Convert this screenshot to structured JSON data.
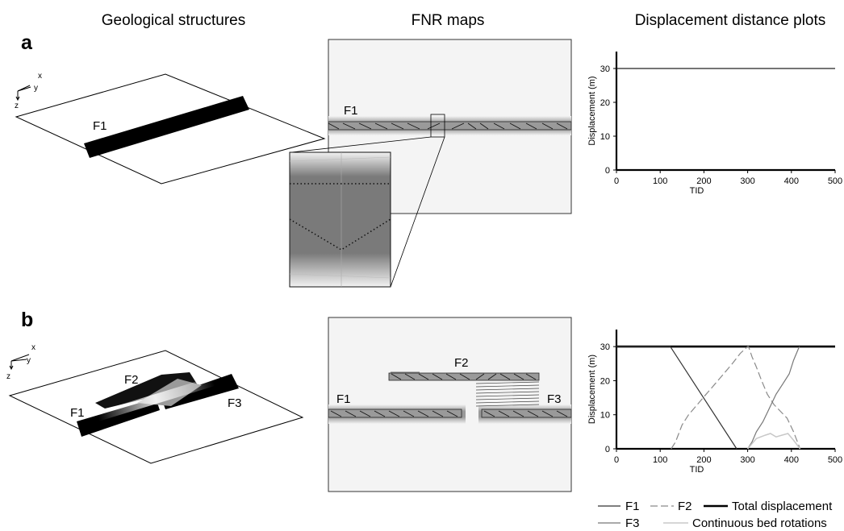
{
  "columns": {
    "geological": "Geological structures",
    "fnr": "FNR maps",
    "displacement": "Displacement distance plots"
  },
  "panels": {
    "a": {
      "letter": "a",
      "block_faults": [
        "F1"
      ],
      "map_faults": [
        "F1"
      ]
    },
    "b": {
      "letter": "b",
      "block_faults": [
        "F2",
        "F1",
        "F3"
      ],
      "map_faults": [
        "F2",
        "F1",
        "F3"
      ]
    }
  },
  "axes_icon": {
    "x": "x",
    "y": "y",
    "z": "z"
  },
  "colors": {
    "bold_fault": "#000000",
    "hatch_band": "#8f8f8f",
    "map_bg": "#f4f4f4",
    "f1": "#333333",
    "f2": "#8a8a8a",
    "f3": "#777777",
    "bed": "#c8c8c8",
    "total": "#000000"
  },
  "legend": {
    "f1": "F1",
    "f2": "F2",
    "total": "Total displacement",
    "f3": "F3",
    "bed": "Continuous bed rotations"
  },
  "chart_data": [
    {
      "type": "line",
      "panel": "a",
      "xlabel": "TID",
      "ylabel": "Displacement (m)",
      "xlim": [
        0,
        500
      ],
      "ylim": [
        0,
        35
      ],
      "xticks": [
        "0",
        "100",
        "200",
        "300",
        "400",
        "500"
      ],
      "yticks": [
        "0",
        "10",
        "20",
        "30"
      ],
      "series": [
        {
          "name": "F1",
          "style": "solid-thin",
          "x": [
            0,
            500
          ],
          "y": [
            30,
            30
          ]
        }
      ]
    },
    {
      "type": "line",
      "panel": "b",
      "xlabel": "TID",
      "ylabel": "Displacement (m)",
      "xlim": [
        0,
        500
      ],
      "ylim": [
        0,
        35
      ],
      "xticks": [
        "0",
        "100",
        "200",
        "300",
        "400",
        "500"
      ],
      "yticks": [
        "0",
        "10",
        "20",
        "30"
      ],
      "series": [
        {
          "name": "Total displacement",
          "style": "total",
          "x": [
            0,
            500
          ],
          "y": [
            30,
            30
          ]
        },
        {
          "name": "F1",
          "style": "f1",
          "x": [
            0,
            123,
            275
          ],
          "y": [
            30,
            30,
            0
          ]
        },
        {
          "name": "F2",
          "style": "f2",
          "x": [
            125,
            135,
            150,
            165,
            185,
            205,
            225,
            245,
            265,
            283,
            300,
            302,
            310,
            320,
            332,
            345,
            360,
            375,
            390,
            405,
            420
          ],
          "y": [
            0,
            2,
            7,
            10,
            13,
            16,
            19,
            22,
            25,
            28,
            30,
            30,
            27,
            24,
            20,
            16,
            13,
            11,
            9,
            5,
            0
          ]
        },
        {
          "name": "F3",
          "style": "f3",
          "x": [
            300,
            310,
            320,
            335,
            350,
            365,
            380,
            395,
            405,
            418
          ],
          "y": [
            0,
            2,
            5,
            8,
            12,
            16,
            19,
            22,
            26,
            30
          ]
        },
        {
          "name": "Continuous bed rotations",
          "style": "bed",
          "x": [
            300,
            320,
            340,
            352,
            365,
            378,
            392,
            405,
            420
          ],
          "y": [
            0,
            3,
            4,
            4.5,
            3.5,
            4,
            4.5,
            2.5,
            0
          ]
        }
      ]
    }
  ]
}
